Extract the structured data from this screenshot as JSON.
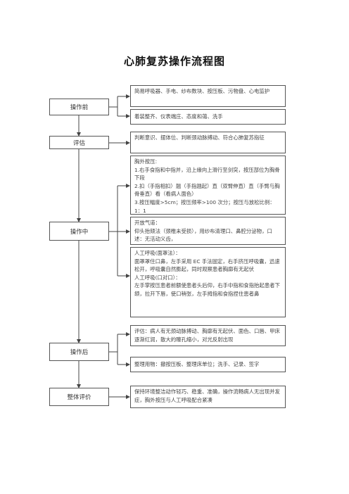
{
  "title": "心肺复苏操作流程图",
  "stages": {
    "before": "操作前",
    "assess": "评估",
    "during": "操作中",
    "after": "操作后",
    "overall": "整体评价"
  },
  "boxes": {
    "prep_items": "简易呼吸器、手电、纱布数块、按压板、污物盘、心电监护",
    "prep_self": "着装整齐、仪表端庄、态度和蔼、洗手",
    "assess": "判断意识、摆体位、判断颈动脉搏动、符合心肺复苏指征",
    "compression": [
      "胸外按压:",
      "1.右手食指和中指并，沿上缘向上滑行至剑突，按压部位为胸骨下段",
      "2.扣（手指相扣）翘（手指翘起）直（双臂伸直）直（手臂与胸骨垂直）看（看病人面色）",
      "3.按压幅度>5cm；按压频率>100 次分；按压与放松比例：1：1"
    ],
    "airway": [
      "开放气道：",
      "仰头抬颏法（颈椎未受损），用纱布清理口、鼻腔分泌物，口述：无活动义齿，"
    ],
    "breathing": [
      "人工呼吸(面罩法）：",
      "面罩罩住口鼻，左手采用 EC 手法固定，右手挤压呼吸囊，迅速松开，呼吸囊自然膨起，同时观察患者胸廓有无起伏",
      "人工呼吸(口对口）：",
      "左手掌按压患者前额使患者头后仰，右手中指和食指抬起患者下颌，拉开下唇，使口稍张，左手拇指和食指捏住患者鼻"
    ],
    "post_assess": "评估：病人有无颈动脉搏动、胸廓有无起伏、面色、口唇、甲床逐渐红润，散大的瞳孔缩小，对光反射出现",
    "cleanup": "整理用物：撤按压板、整理床单位；洗手、记录、签字",
    "overall": "保持环境整洁动作轻巧、稳重、准确，操作流畅病人无出现并发症，胸外按压与人工呼吸配合紧凑"
  }
}
